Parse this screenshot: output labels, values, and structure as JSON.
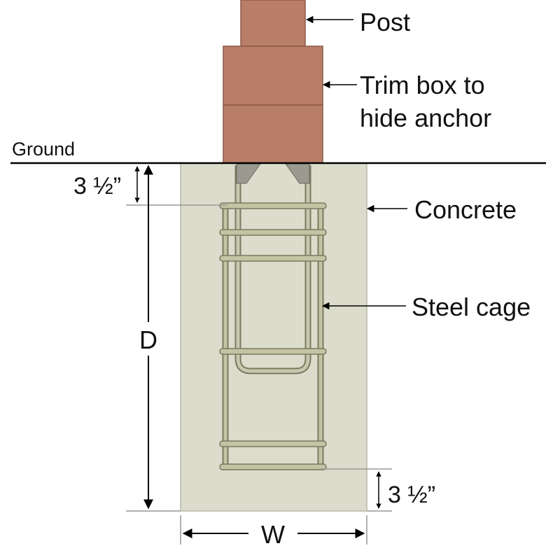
{
  "labels": {
    "post": "Post",
    "trim_line1": "Trim box to",
    "trim_line2": "hide anchor",
    "ground": "Ground",
    "concrete": "Concrete",
    "steel_cage": "Steel cage",
    "depth": "D",
    "width": "W",
    "top_cover": "3 ½”",
    "bottom_cover": "3 ½”"
  },
  "colors": {
    "post": "#b97e68",
    "post_stroke": "#8a5a48",
    "concrete": "#dcdccc",
    "concrete_stroke": "#b8b8a8",
    "steel": "#b8b898",
    "steel_stroke": "#7a7a60",
    "anchor": "#9a9a90",
    "line": "#000000"
  }
}
